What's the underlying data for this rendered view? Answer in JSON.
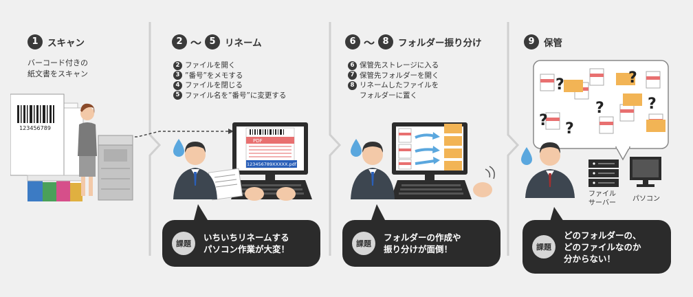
{
  "step1": {
    "number": "1",
    "title": "スキャン",
    "desc": [
      "バーコード付きの",
      "紙文書をスキャン"
    ],
    "barcode_text": "123456789"
  },
  "step2": {
    "num_from": "2",
    "tilde": "〜",
    "num_to": "5",
    "title": "リネーム",
    "steps": [
      {
        "n": "2",
        "text": "ファイルを開く"
      },
      {
        "n": "3",
        "text": "”番号”をメモする"
      },
      {
        "n": "4",
        "text": "ファイルを閉じる"
      },
      {
        "n": "5",
        "text": "ファイル名を”番号”に変更する"
      }
    ],
    "pdf_label": "PDF",
    "filename": "123456789XXXXX.pdf",
    "issue_badge": "課題",
    "issue": [
      "いちいちリネームする",
      "パソコン作業が大変！"
    ]
  },
  "step3": {
    "num_from": "6",
    "tilde": "〜",
    "num_to": "8",
    "title": "フォルダー振り分け",
    "steps": [
      {
        "n": "6",
        "text": "保管先ストレージに入る",
        "cont": ""
      },
      {
        "n": "7",
        "text": "保管先フォルダーを開く",
        "cont": ""
      },
      {
        "n": "8",
        "text": "リネームしたファイルを",
        "cont": "フォルダーに置く"
      }
    ],
    "issue_badge": "課題",
    "issue": [
      "フォルダーの作成や",
      "振り分けが面倒！"
    ]
  },
  "step4": {
    "number": "9",
    "title": "保管",
    "server_label": [
      "ファイル",
      "サーバー"
    ],
    "pc_label": "パソコン",
    "issue_badge": "課題",
    "issue": [
      "どのフォルダーの、",
      "どのファイルなのか",
      "分からない！"
    ]
  },
  "colors": {
    "background": "#f0f0f0",
    "dark": "#2b2b2b",
    "pdf_red": "#e87070",
    "file_blue": "#2a5fb8",
    "folder_orange": "#f2b455",
    "drop_blue": "#5aa7de",
    "divider": "#d0d0d0"
  }
}
